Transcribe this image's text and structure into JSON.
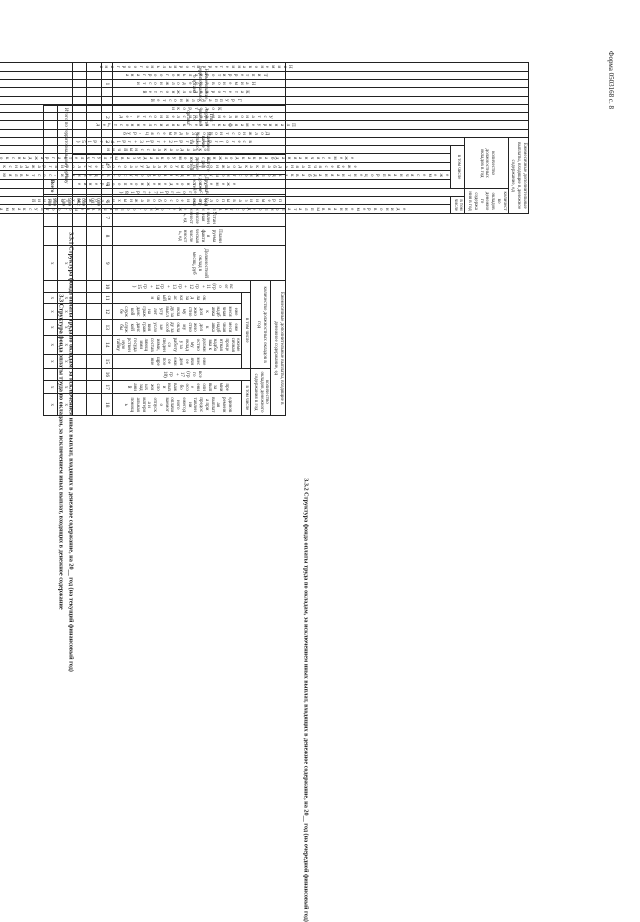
{
  "form_number": "Форма 0503168 с. 8",
  "heading_main": "3.3 Структура фонда оплаты труда по окладам, за исключением иных выплат, входящих в денежное содержание",
  "heading_t1": "3.3.1 Структура фонда оплаты труда по окладам, за исключением иных выплат, входящих в денежное содержание, на 20__ год (на текущий финансовый год)",
  "heading_t2": "3.3.2 Структура фонда оплаты труда по окладам, за исключением иных выплат, входящих в денежное содержание, на 20__ год (на очередной финансовый год)",
  "table": {
    "col_names": {
      "c1": "Наименование территориального органа",
      "c2": "Тип территориального органа",
      "c3": "Наименование должности",
      "c4": "Категория должностей",
      "c5": "Группа должностей",
      "c6": "Код строки",
      "c7": "Установленная численность, ед",
      "c8": "Планируемая фактическая численность, ед",
      "c9": "Должностной оклад в месяц, руб"
    },
    "group_top": "Ежемесячные дополнительные выплаты, входящие в денежное содержание, ед",
    "group_a": "количество должностных окладов в год",
    "group_b": "количество окладов денежного содержания в год",
    "incl_a": "в том числе",
    "incl_b": "в том числе",
    "c10": "всего (гр 11 + гр 12 + гр 13 + гр 14+ гр 15)",
    "c11": "оклад за классный чин",
    "c12": "ежемесячная надбавка к должностному окладу за выслугу лет на гражданской службе",
    "c13": "ежемесячная надбавка к должностному окладу за особые условия гражданской службы",
    "c14": "ежемесячная процентная надбавка к должностному окладу за работу со сведениями, составляющими государственную тайну",
    "c15": "ежемесячное денежное поощрение",
    "c16": "всего (гр 17 + гр 18)",
    "c17": "премии за выполнение особо важных и сложных заданий",
    "c18": "единовременная выплата при предоставлении ежегодного оплачиваемого отпуска и материальная помощь",
    "col_numbers": [
      "1",
      "2",
      "3",
      "4",
      "5",
      "6",
      "7",
      "8",
      "9",
      "10",
      "11",
      "12",
      "13",
      "14",
      "15",
      "16",
      "17",
      "18"
    ],
    "row_codes": [
      "000001",
      "000002",
      "900100",
      "900100"
    ],
    "label_itogo": "Итого по территориальному органу",
    "label_vsego": "Всего",
    "mark_x": "x"
  }
}
